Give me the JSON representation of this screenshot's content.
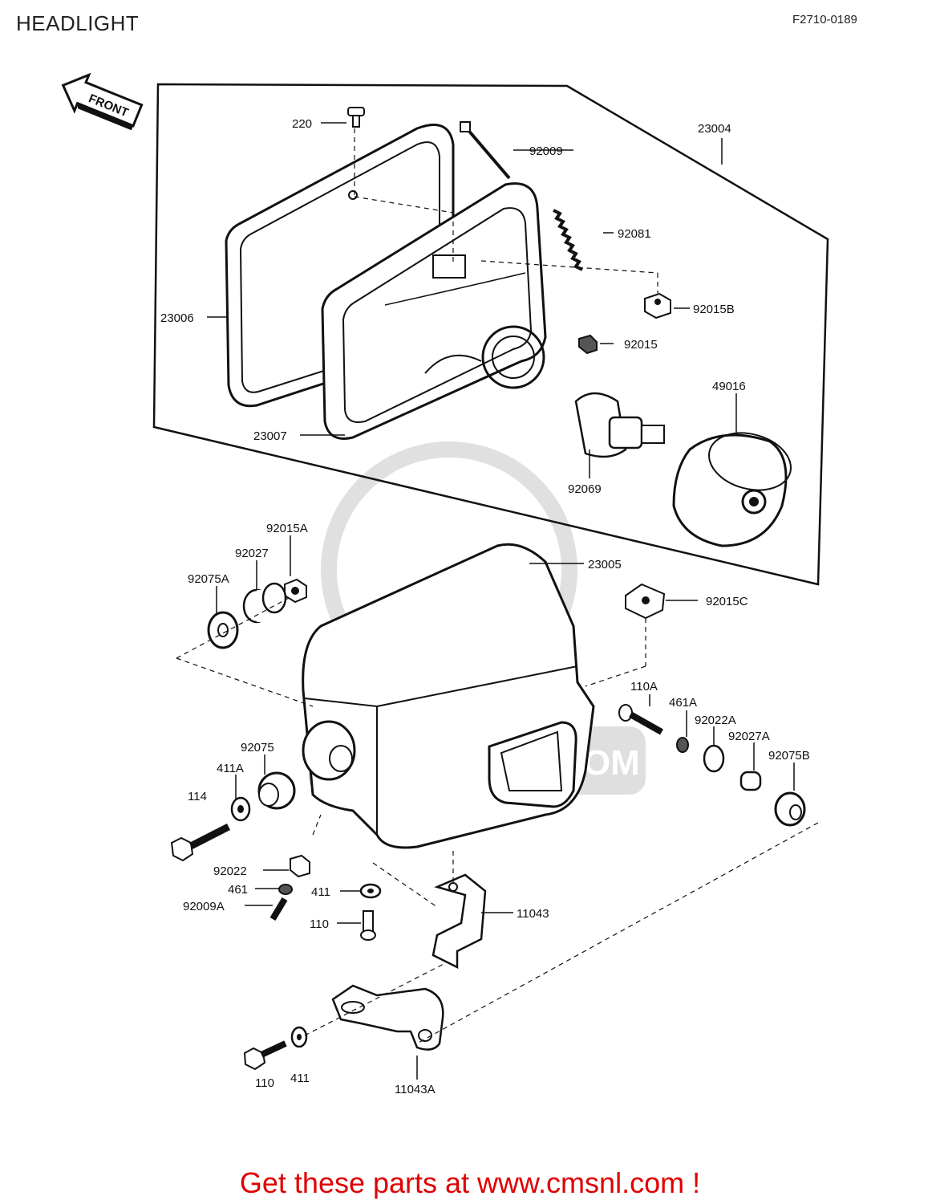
{
  "header": {
    "title": "HEADLIGHT",
    "diagram_code": "F2710-0189"
  },
  "front_arrow_label": "FRONT",
  "watermark": "WWW.CMSNL.COM",
  "parts": {
    "p220": "220",
    "p92009": "92009",
    "p23004": "23004",
    "p92081": "92081",
    "p92015B": "92015B",
    "p23006": "23006",
    "p92015": "92015",
    "p49016": "49016",
    "p23007": "23007",
    "p92069": "92069",
    "p92015A": "92015A",
    "p92027": "92027",
    "p92075A": "92075A",
    "p23005": "23005",
    "p92015C": "92015C",
    "p110A": "110A",
    "p461A": "461A",
    "p92022A": "92022A",
    "p92027A": "92027A",
    "p92075B": "92075B",
    "p92075": "92075",
    "p411A": "411A",
    "p114": "114",
    "p92022": "92022",
    "p461": "461",
    "p92009A": "92009A",
    "p411a": "411",
    "p110a": "110",
    "p11043": "11043",
    "p110b": "110",
    "p411b": "411",
    "p11043A": "11043A"
  },
  "footer": {
    "text": "Get these parts at www.cmsnl.com !",
    "color": "#e00000"
  }
}
